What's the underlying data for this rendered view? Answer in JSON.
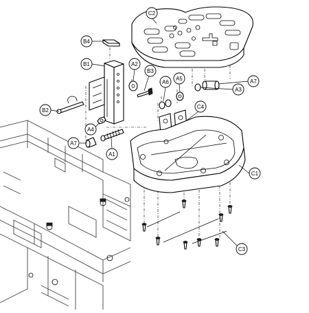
{
  "callouts": {
    "c2": "C2",
    "b4": "B4",
    "b1": "B1",
    "a2": "A2",
    "b3": "B3",
    "a6": "A6",
    "a5": "A5",
    "a3": "A3",
    "a7_top": "A7",
    "c4": "C4",
    "b2": "B2",
    "a4": "A4",
    "a7_left": "A7",
    "a1": "A1",
    "c1": "C1",
    "c3": "C3"
  }
}
